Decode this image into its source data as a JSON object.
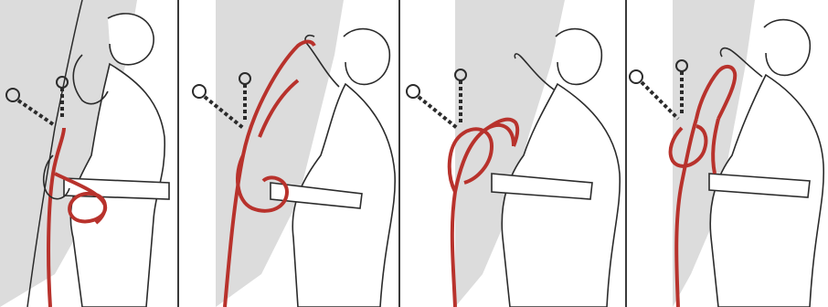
{
  "figure": {
    "panels": [
      {
        "id": 1,
        "content": "climber-tying-rope-panel-1"
      },
      {
        "id": 2,
        "content": "climber-tying-rope-panel-2"
      },
      {
        "id": 3,
        "content": "climber-tying-rope-panel-3"
      },
      {
        "id": 4,
        "content": "climber-tying-rope-panel-4"
      }
    ],
    "colors": {
      "rope": "#b8322c",
      "rock": "#d6d6d6",
      "ink": "#2b2b2b",
      "background": "#ffffff"
    }
  }
}
